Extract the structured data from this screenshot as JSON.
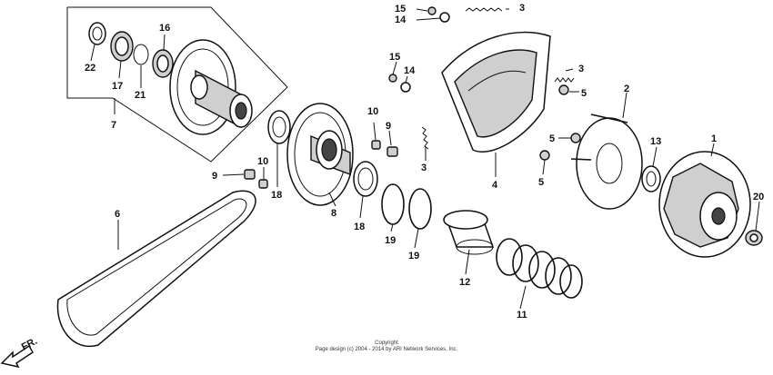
{
  "callouts": [
    "1",
    "2",
    "3",
    "3",
    "3",
    "4",
    "5",
    "5",
    "5",
    "6",
    "7",
    "8",
    "9",
    "9",
    "10",
    "10",
    "11",
    "12",
    "13",
    "14",
    "14",
    "15",
    "15",
    "16",
    "17",
    "18",
    "18",
    "19",
    "19",
    "20",
    "21",
    "22"
  ],
  "direction_label": "FR.",
  "copyright": {
    "line1": "Copyright",
    "line2": "Page design (c) 2004 - 2014 by ARI Network Services, Inc."
  }
}
